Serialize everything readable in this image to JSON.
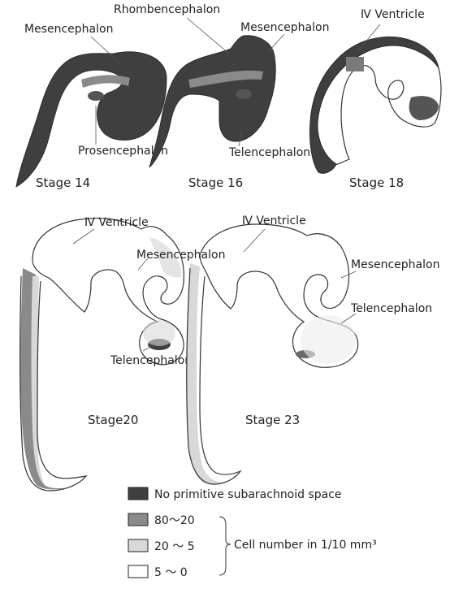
{
  "colors": {
    "no_space": "#3f3f3f",
    "band_80_20": "#8a8a8a",
    "band_20_5": "#d8d8d8",
    "band_5_0": "#ffffff",
    "outline": "#333333"
  },
  "stages": [
    {
      "caption": "Stage 14",
      "labels": {
        "mesencephalon": "Mesencephalon",
        "prosencephalon": "Prosencephalon"
      }
    },
    {
      "caption": "Stage 16",
      "labels": {
        "rhombencephalon": "Rhombencephalon",
        "mesencephalon": "Mesencephalon",
        "telencephalon": "Telencephalon"
      }
    },
    {
      "caption": "Stage 18",
      "labels": {
        "ventricle": "Ⅳ Ventricle"
      }
    },
    {
      "caption": "Stage20",
      "labels": {
        "ventricle": "Ⅳ Ventricle",
        "mesencephalon": "Mesencephalon",
        "telencephalon": "Telencephalon"
      }
    },
    {
      "caption": "Stage 23",
      "labels": {
        "ventricle": "Ⅳ Ventricle",
        "mesencephalon": "Mesencephalon",
        "telencephalon": "Telencephalon"
      }
    }
  ],
  "legend": {
    "items": [
      {
        "label": "No primitive subarachnoid space",
        "color": "#3f3f3f"
      },
      {
        "label": "80～20",
        "color": "#8a8a8a"
      },
      {
        "label": "20 ～ 5",
        "color": "#d8d8d8"
      },
      {
        "label": "5 ～ 0",
        "color": "#ffffff"
      }
    ],
    "bracket_label": "Cell number in 1/10 mm³"
  }
}
